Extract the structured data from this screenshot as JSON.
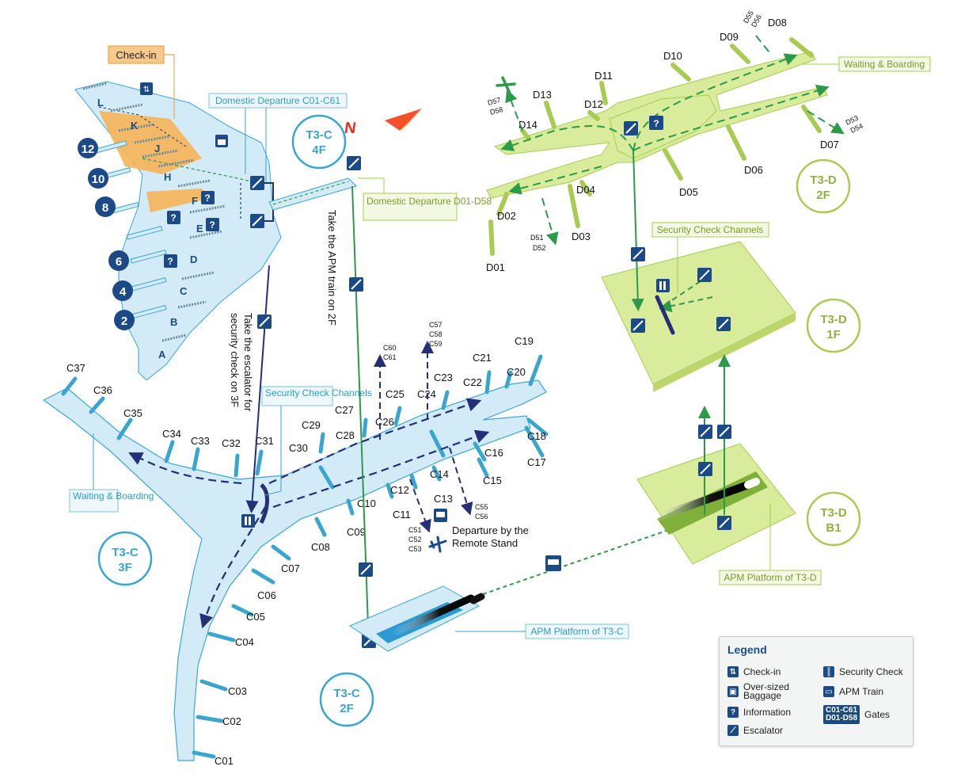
{
  "callouts": {
    "checkin": "Check-in",
    "domestic_c": "Domestic Departure C01-C61",
    "domestic_d": "Domestic Departure D01-D58",
    "security_c": "Security Check Channels",
    "security_d": "Security Check Channels",
    "waiting_c": "Waiting & Boarding",
    "waiting_d": "Waiting & Boarding",
    "apm_c": "APM Platform of T3-C",
    "apm_d": "APM Platform of T3-D"
  },
  "instructions": {
    "escalator_a": "Take the escalator for",
    "escalator_b": "security check on 3F",
    "apm": "Take the APM train on 2F",
    "remote_a": "Departure by the",
    "remote_b": "Remote Stand"
  },
  "terminals": {
    "t3c_4f": [
      "T3-C",
      "4F"
    ],
    "t3c_3f": [
      "T3-C",
      "3F"
    ],
    "t3c_2f": [
      "T3-C",
      "2F"
    ],
    "t3d_2f": [
      "T3-D",
      "2F"
    ],
    "t3d_1f": [
      "T3-D",
      "1F"
    ],
    "t3d_b1": [
      "T3-D",
      "B1"
    ]
  },
  "north": "N",
  "checkin_rows": [
    "L",
    "K",
    "J",
    "H",
    "F",
    "E",
    "D",
    "C",
    "B",
    "A"
  ],
  "entrance_numbers": [
    "12",
    "10",
    "8",
    "6",
    "4",
    "2"
  ],
  "c_gates": [
    "C01",
    "C02",
    "C03",
    "C04",
    "C05",
    "C06",
    "C07",
    "C08",
    "C09",
    "C10",
    "C11",
    "C12",
    "C13",
    "C14",
    "C15",
    "C16",
    "C17",
    "C18",
    "C19",
    "C20",
    "C21",
    "C22",
    "C23",
    "C24",
    "C25",
    "C26",
    "C27",
    "C28",
    "C29",
    "C30",
    "C31",
    "C32",
    "C33",
    "C34",
    "C35",
    "C36",
    "C37"
  ],
  "d_gates": [
    "D01",
    "D02",
    "D03",
    "D04",
    "D05",
    "D06",
    "D07",
    "D08",
    "D09",
    "D10",
    "D11",
    "D12",
    "D13",
    "D14"
  ],
  "remote_gates": {
    "c60": [
      "C60",
      "C61"
    ],
    "c57": [
      "C57",
      "C58",
      "C59"
    ],
    "c51": [
      "C51",
      "C52",
      "C53"
    ],
    "c55": [
      "C55",
      "C56"
    ],
    "d51": [
      "D51",
      "D52"
    ],
    "d53": [
      "D53",
      "D54"
    ],
    "d55": [
      "D55",
      "D56"
    ],
    "d57": [
      "D57",
      "D58"
    ]
  },
  "legend": {
    "title": "Legend",
    "checkin": "Check-in",
    "baggage_a": "Over-sized",
    "baggage_b": "Baggage",
    "information": "Information",
    "escalator": "Escalator",
    "security": "Security Check",
    "apm": "APM Train",
    "gates": "Gates",
    "gate_c": "C01-C61",
    "gate_d": "D01-D58"
  },
  "colors": {
    "t3c_fill": "#d3ebf6",
    "t3c_line": "#3aa6d0",
    "t3d_fill": "#d9ec9c",
    "t3d_line": "#a9cb52",
    "checkin_orange": "#f6b457",
    "icon_navy": "#1b4a86",
    "route_green": "#2d9a4a",
    "route_navy": "#242f78"
  }
}
